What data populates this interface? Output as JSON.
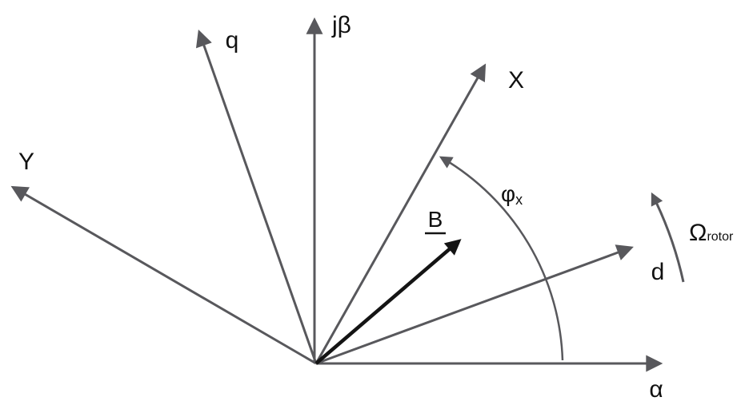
{
  "diagram": {
    "colors": {
      "axis": "#58585c",
      "vector": "#141414",
      "label": "#111111"
    },
    "labels": {
      "alpha": "α",
      "j_beta": "jβ",
      "q": "q",
      "y": "Y",
      "x": "X",
      "d": "d",
      "flux_vector": "B",
      "angle_phi": "φ",
      "angle_phi_sub": "x",
      "omega": "Ω",
      "omega_sub": "rotor"
    }
  }
}
